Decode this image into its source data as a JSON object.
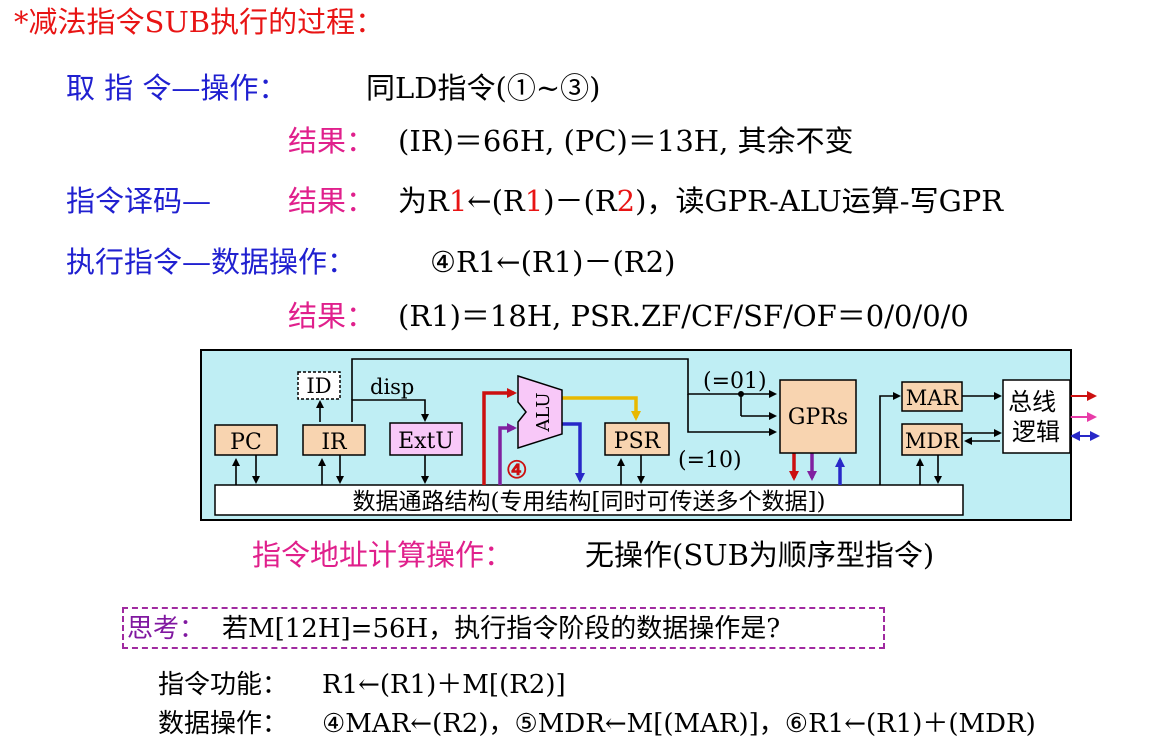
{
  "title": "*减法指令SUB执行的过程：",
  "fetch": {
    "label": "取 指 令—操作：",
    "content": "同LD指令(①~③)",
    "result_label": "结果：",
    "result_content": "(IR)＝66H, (PC)＝13H, 其余不变"
  },
  "decode": {
    "label": "指令译码—",
    "result_label": "结果：",
    "parts": [
      "为R",
      "1",
      "←(R",
      "1",
      ")－(R",
      "2",
      ")，读GPR-ALU运算-写GPR"
    ]
  },
  "execute": {
    "label": "执行指令—数据操作：",
    "content": "④R1←(R1)－(R2)",
    "result_label": "结果：",
    "result_content": "(R1)＝18H, PSR.ZF/CF/SF/OF＝0/0/0/0"
  },
  "diagram": {
    "pc": "PC",
    "ir": "IR",
    "id": "ID",
    "disp": "disp",
    "extu": "ExtU",
    "alu": "ALU",
    "psr": "PSR",
    "gprs": "GPRs",
    "mar": "MAR",
    "mdr": "MDR",
    "bus_logic": "总线\n逻辑",
    "sel01": "(=01)",
    "sel10": "(=10)",
    "step": "④",
    "datapath": "数据通路结构(专用结构[同时可传送多个数据])",
    "colors": {
      "panel": "#bfeef4",
      "reg": "#f8d4b0",
      "extu": "#f8c8f8",
      "red": "#cc1010",
      "purple": "#8020a0",
      "blue": "#2828c8",
      "yellow": "#e8b800",
      "magenta": "#e83ca8"
    }
  },
  "addr": {
    "label": "指令地址计算操作：",
    "content": "无操作(SUB为顺序型指令)"
  },
  "think": {
    "label": "思考：",
    "content": "若M[12H]=56H，执行指令阶段的数据操作是?"
  },
  "function": {
    "label": "指令功能：",
    "content": "R1←(R1)＋M[(R2)]"
  },
  "dataop": {
    "label": "数据操作：",
    "content": "④MAR←(R2)，⑤MDR←M[(MAR)]，⑥R1←(R1)＋(MDR)"
  }
}
